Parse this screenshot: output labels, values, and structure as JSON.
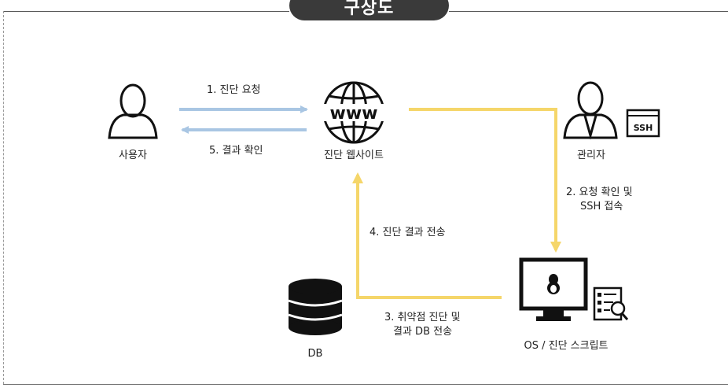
{
  "title": "구상도",
  "nodes": {
    "user": "사용자",
    "website": "진단 웹사이트",
    "admin": "관리자",
    "ssh_badge": "SSH",
    "db": "DB",
    "os_script": "OS / 진단 스크립트",
    "www_text": "www"
  },
  "steps": {
    "s1": "1. 진단 요청",
    "s5": "5. 결과 확인",
    "s2_line1": "2. 요청 확인 및",
    "s2_line2": "SSH 접속",
    "s4": "4. 진단 결과 전송",
    "s3_line1": "3. 취약점 진단 및",
    "s3_line2": "결과 DB 전송"
  },
  "colors": {
    "blue_arrow": "#a9c6e3",
    "yellow_arrow": "#f5d66a",
    "title_bg": "#3a3a3a",
    "icon": "#111111"
  }
}
